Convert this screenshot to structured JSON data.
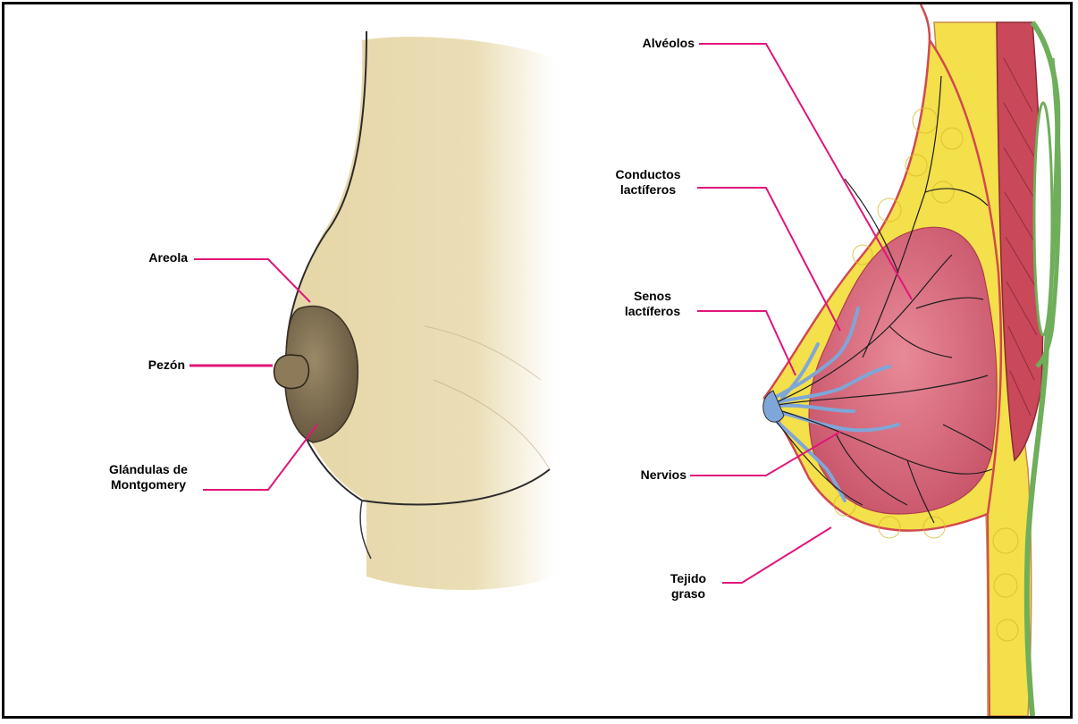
{
  "left_diagram": {
    "labels": {
      "areola": "Areola",
      "pezon": "Pezón",
      "glandulas": "Glándulas de\nMontgomery"
    }
  },
  "right_diagram": {
    "labels": {
      "alveolos": "Alvéolos",
      "conductos": "Conductos\nlactíferos",
      "senos": "Senos\nlactíferos",
      "nervios": "Nervios",
      "tejido": "Tejido\ngraso"
    }
  },
  "colors": {
    "leader_line": "#e0157a",
    "skin": "#e8ddb5",
    "areola": "#7a6a4e",
    "fat": "#f3e04a",
    "gland": "#d9667a",
    "ducts": "#7fa6d8",
    "muscle": "#c9485a",
    "fascia": "#6fae5a",
    "outline": "#2a2a2a"
  }
}
